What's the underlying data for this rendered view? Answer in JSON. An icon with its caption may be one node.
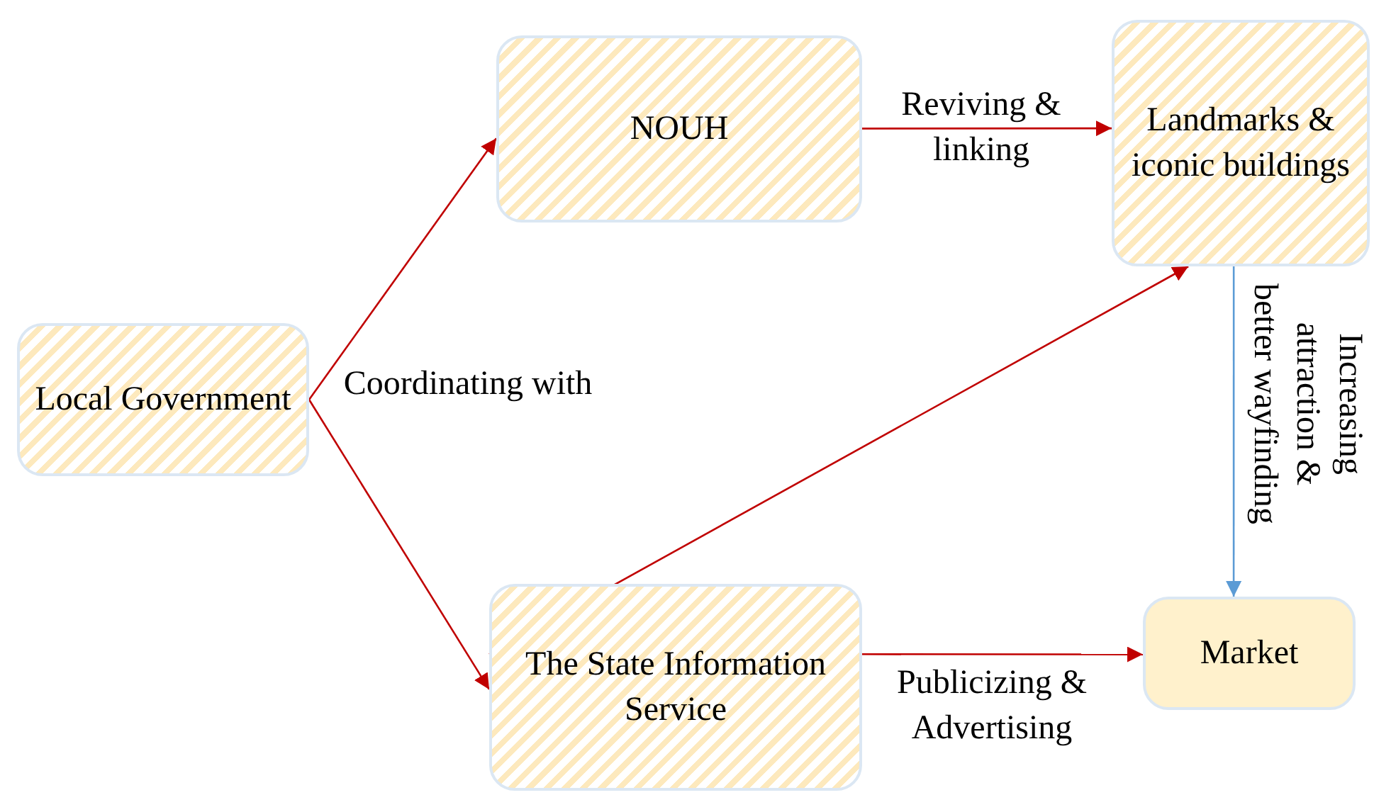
{
  "diagram": {
    "nodes": [
      {
        "text": [
          "Local Government"
        ]
      },
      {
        "text": [
          "NOUH"
        ]
      },
      {
        "text": [
          "Landmarks & iconic buildings"
        ]
      },
      {
        "text": [
          "The State Information Service"
        ]
      },
      {
        "text": [
          "Market"
        ]
      }
    ],
    "edges": [
      {
        "from": 0,
        "to": 1,
        "arrow": "to",
        "label": "Coordinating with"
      },
      {
        "from": 0,
        "to": 3,
        "arrow": "to"
      },
      {
        "from": 1,
        "to": 2,
        "arrow": "to",
        "label": "Reviving & linking"
      },
      {
        "from": 3,
        "to": 2,
        "arrow": "to"
      },
      {
        "from": 3,
        "to": 4,
        "arrow": "to",
        "label": "Publicizing & Advertising"
      },
      {
        "from": 2,
        "to": 4,
        "arrow": "to",
        "label": "Increasing attraction & better wayfinding",
        "color": "#5b9bd5"
      }
    ]
  }
}
